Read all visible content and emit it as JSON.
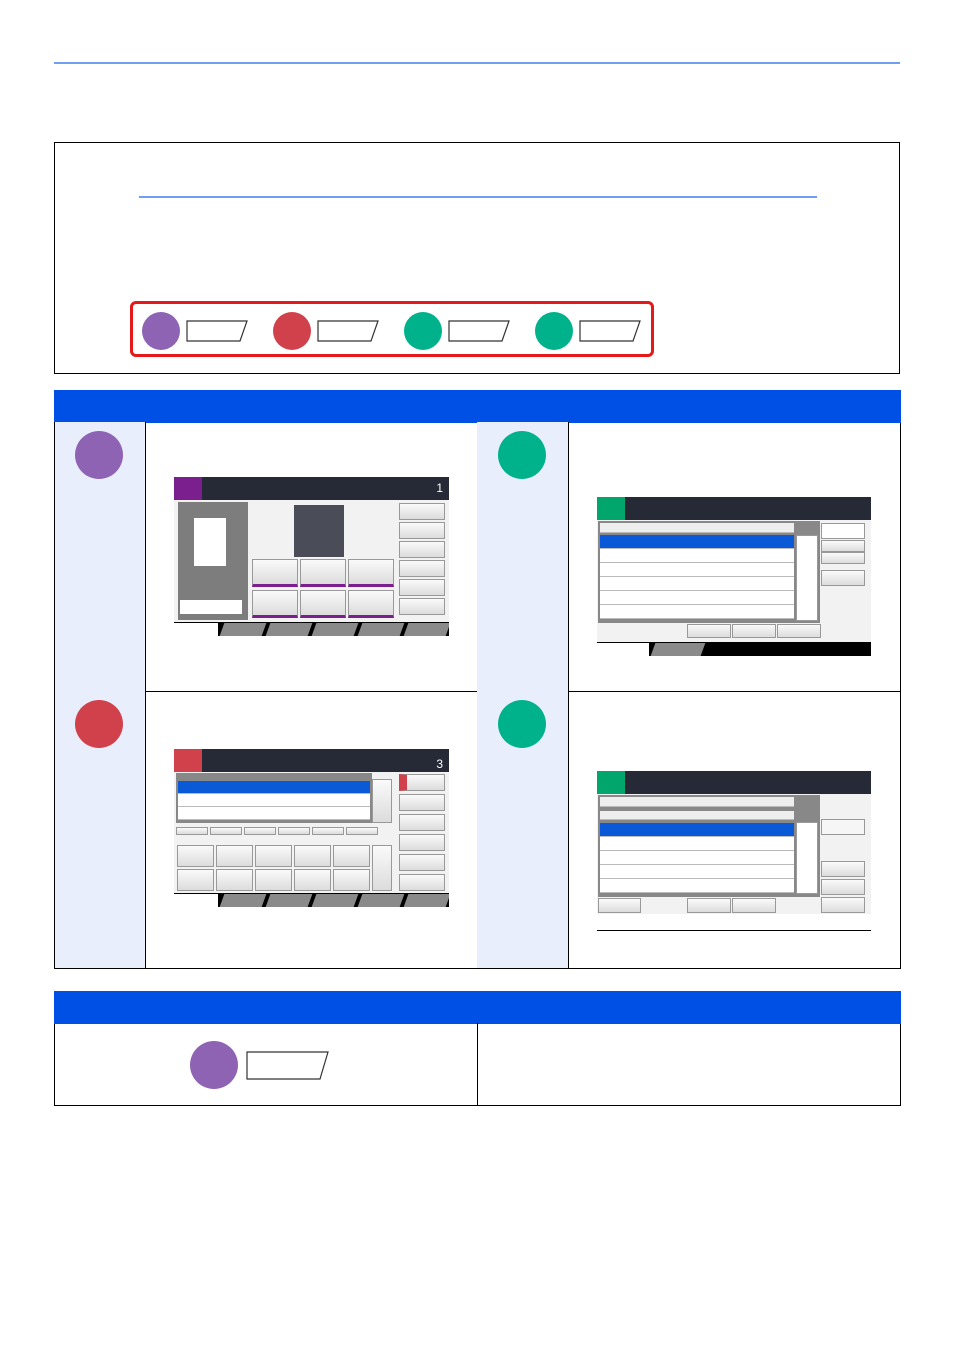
{
  "colors": {
    "accent_blue": "#0050e6",
    "purple": "#8e63b4",
    "red": "#d0414c",
    "green": "#00b28c",
    "highlight": "#e51919"
  },
  "legend": [
    {
      "color": "purple"
    },
    {
      "color": "red"
    },
    {
      "color": "green"
    },
    {
      "color": "green"
    }
  ],
  "screens": {
    "copy": {
      "count": "1",
      "icon": "copy-icon"
    },
    "send": {
      "count": "3",
      "icon": "send-icon"
    },
    "box": {
      "icon": "document-box-icon"
    },
    "box_list": {
      "icon": "document-box-icon"
    }
  }
}
